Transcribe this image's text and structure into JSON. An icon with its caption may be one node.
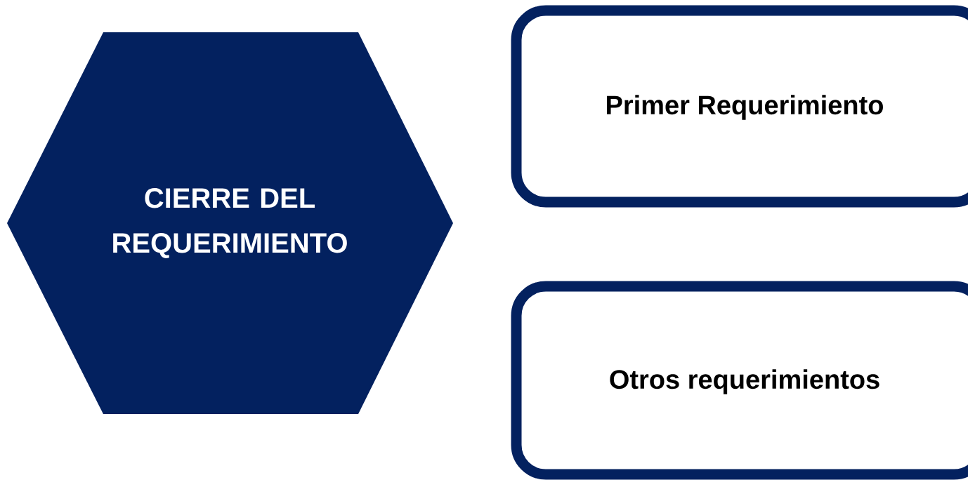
{
  "diagram": {
    "nodes": [
      {
        "text": [
          "CIERRE DEL REQUERIMIENTO"
        ]
      },
      {
        "text": [
          "Primer Requerimiento"
        ]
      },
      {
        "text": [
          "Otros requerimientos"
        ]
      }
    ]
  }
}
